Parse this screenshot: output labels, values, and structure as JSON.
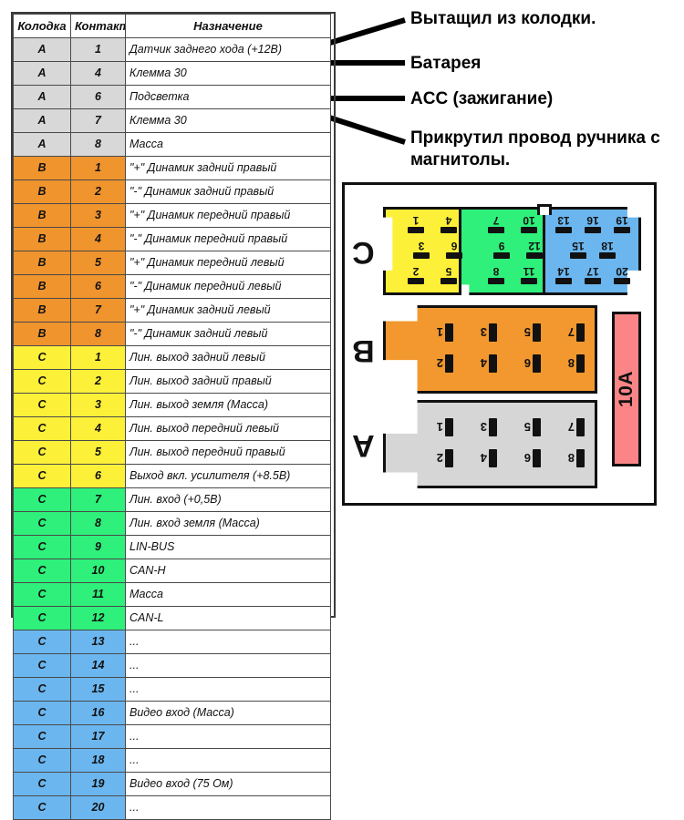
{
  "table": {
    "headers": [
      "Колодка",
      "Контакт",
      "Назначение"
    ],
    "rows": [
      {
        "block": "A",
        "pin": "1",
        "desc": "Датчик заднего хода (+12В)",
        "group": "A"
      },
      {
        "block": "A",
        "pin": "4",
        "desc": "Клемма 30",
        "group": "A"
      },
      {
        "block": "A",
        "pin": "6",
        "desc": "Подсветка",
        "group": "A"
      },
      {
        "block": "A",
        "pin": "7",
        "desc": "Клемма 30",
        "group": "A"
      },
      {
        "block": "A",
        "pin": "8",
        "desc": "Масса",
        "group": "A"
      },
      {
        "block": "B",
        "pin": "1",
        "desc": "\"+\" Динамик задний правый",
        "group": "B"
      },
      {
        "block": "B",
        "pin": "2",
        "desc": "\"-\" Динамик задний правый",
        "group": "B"
      },
      {
        "block": "B",
        "pin": "3",
        "desc": "\"+\" Динамик передний правый",
        "group": "B"
      },
      {
        "block": "B",
        "pin": "4",
        "desc": "\"-\" Динамик передний правый",
        "group": "B"
      },
      {
        "block": "B",
        "pin": "5",
        "desc": "\"+\" Динамик передний левый",
        "group": "B"
      },
      {
        "block": "B",
        "pin": "6",
        "desc": "\"-\" Динамик передний левый",
        "group": "B"
      },
      {
        "block": "B",
        "pin": "7",
        "desc": "\"+\" Динамик задний левый",
        "group": "B"
      },
      {
        "block": "B",
        "pin": "8",
        "desc": "\"-\" Динамик задний левый",
        "group": "B"
      },
      {
        "block": "C",
        "pin": "1",
        "desc": "Лин. выход задний левый",
        "group": "Y"
      },
      {
        "block": "C",
        "pin": "2",
        "desc": "Лин. выход задний правый",
        "group": "Y"
      },
      {
        "block": "C",
        "pin": "3",
        "desc": "Лин. выход земля (Масса)",
        "group": "Y"
      },
      {
        "block": "C",
        "pin": "4",
        "desc": "Лин. выход передний левый",
        "group": "Y"
      },
      {
        "block": "C",
        "pin": "5",
        "desc": "Лин. выход передний правый",
        "group": "Y"
      },
      {
        "block": "C",
        "pin": "6",
        "desc": "Выход вкл. усилителя (+8.5В)",
        "group": "Y"
      },
      {
        "block": "C",
        "pin": "7",
        "desc": "Лин. вход (+0,5В)",
        "group": "G"
      },
      {
        "block": "C",
        "pin": "8",
        "desc": "Лин. вход земля (Масса)",
        "group": "G"
      },
      {
        "block": "C",
        "pin": "9",
        "desc": "LIN-BUS",
        "group": "G"
      },
      {
        "block": "C",
        "pin": "10",
        "desc": "CAN-H",
        "group": "G"
      },
      {
        "block": "C",
        "pin": "11",
        "desc": "Масса",
        "group": "G"
      },
      {
        "block": "C",
        "pin": "12",
        "desc": "CAN-L",
        "group": "G"
      },
      {
        "block": "C",
        "pin": "13",
        "desc": "...",
        "group": "BL"
      },
      {
        "block": "C",
        "pin": "14",
        "desc": "...",
        "group": "BL"
      },
      {
        "block": "C",
        "pin": "15",
        "desc": "...",
        "group": "BL"
      },
      {
        "block": "C",
        "pin": "16",
        "desc": "Видео вход (Масса)",
        "group": "BL"
      },
      {
        "block": "C",
        "pin": "17",
        "desc": "...",
        "group": "BL"
      },
      {
        "block": "C",
        "pin": "18",
        "desc": "...",
        "group": "BL"
      },
      {
        "block": "C",
        "pin": "19",
        "desc": "Видео вход (75 Ом)",
        "group": "BL"
      },
      {
        "block": "C",
        "pin": "20",
        "desc": "...",
        "group": "BL"
      }
    ]
  },
  "annotations": {
    "note_1": "Вытащил из колодки.",
    "note_2": "Батарея",
    "note_3": "ACC (зажигание)",
    "note_4": "Прикрутил провод ручника с магнитолы."
  },
  "diagram": {
    "fuse_label": "10A",
    "letters": {
      "a": "A",
      "b": "B",
      "c": "C"
    },
    "connector_a_pins": [
      "8",
      "6",
      "4",
      "2",
      "7",
      "5",
      "3",
      "1"
    ],
    "connector_b_pins": [
      "8",
      "6",
      "4",
      "2",
      "7",
      "5",
      "3",
      "1"
    ],
    "connector_c_blue_pins": [
      "20",
      "17",
      "14",
      "18",
      "15",
      "19",
      "16",
      "13"
    ],
    "connector_c_green_pins": [
      "11",
      "8",
      "12",
      "9",
      "10",
      "7"
    ],
    "connector_c_yellow_pins": [
      "5",
      "2",
      "6",
      "3",
      "4",
      "1"
    ]
  },
  "colors": {
    "group_a": "#d8d8d8",
    "group_b": "#f0942e",
    "group_yellow": "#fdf039",
    "group_green": "#2ef07a",
    "group_blue": "#6bb6ef",
    "fuse": "#fb8586"
  }
}
